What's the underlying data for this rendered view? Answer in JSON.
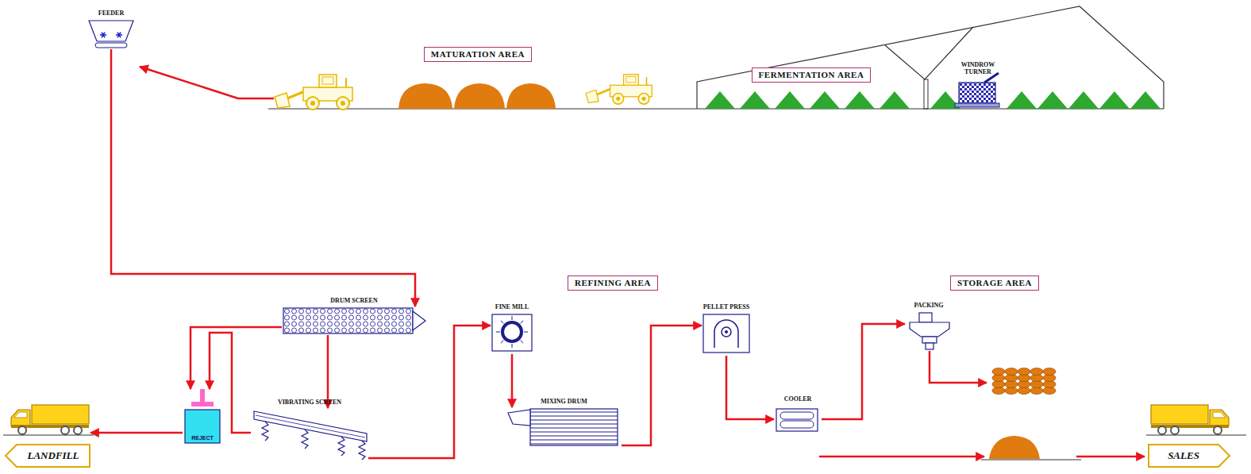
{
  "diagram": {
    "nodes": [
      {
        "text": [
          "FEEDER"
        ]
      },
      {
        "text": [
          "MATURATION AREA"
        ]
      },
      {
        "text": [
          "FERMENTATION AREA"
        ]
      },
      {
        "text": [
          "WINDROW TURNER"
        ]
      },
      {
        "text": [
          "DRUM SCREEN"
        ]
      },
      {
        "text": [
          "REJECT"
        ]
      },
      {
        "text": [
          "VIBRATING SCREEN"
        ]
      },
      {
        "text": [
          "LANDFILL"
        ]
      },
      {
        "text": [
          "REFINING AREA"
        ]
      },
      {
        "text": [
          "FINE MILL"
        ]
      },
      {
        "text": [
          "MIXING DRUM"
        ]
      },
      {
        "text": [
          "PELLET PRESS"
        ]
      },
      {
        "text": [
          "COOLER"
        ]
      },
      {
        "text": [
          "STORAGE AREA"
        ]
      },
      {
        "text": [
          "PACKING"
        ]
      },
      {
        "text": [
          "SALES"
        ]
      }
    ],
    "edges": [
      {
        "from": 0,
        "to": 4,
        "arrow": "to"
      },
      {
        "from": 4,
        "to": 5,
        "arrow": "to"
      },
      {
        "from": 4,
        "to": 6,
        "arrow": "to"
      },
      {
        "from": 6,
        "to": 5,
        "arrow": "to"
      },
      {
        "from": 5,
        "to": 7,
        "arrow": "to"
      },
      {
        "from": 6,
        "to": 9,
        "arrow": "to"
      },
      {
        "from": 9,
        "to": 10,
        "arrow": "to"
      },
      {
        "from": 10,
        "to": 11,
        "arrow": "to"
      },
      {
        "from": 11,
        "to": 12,
        "arrow": "to"
      },
      {
        "from": 12,
        "to": 14,
        "arrow": "to"
      }
    ]
  }
}
